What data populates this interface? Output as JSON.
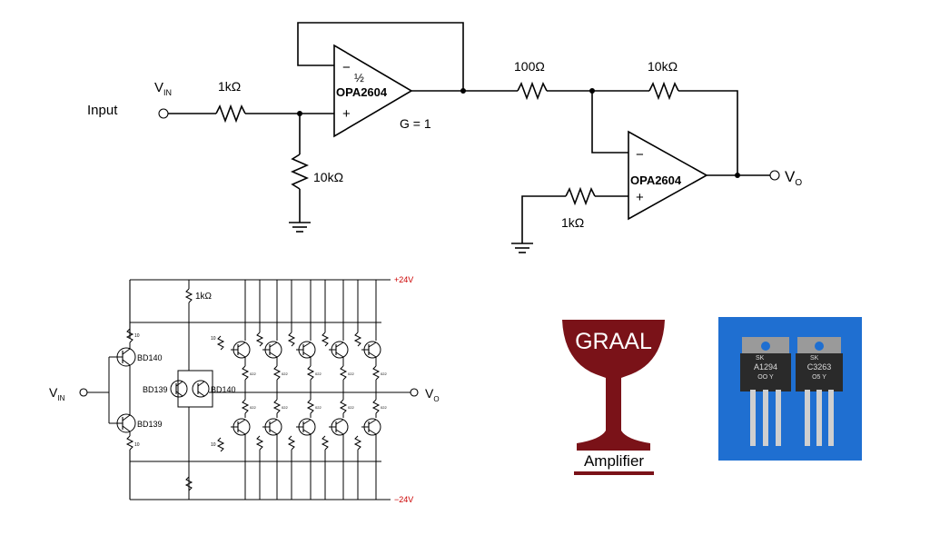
{
  "top_circuit": {
    "vin_label": "V",
    "vin_sub": "IN",
    "input_label": "Input",
    "r_in": "1kΩ",
    "r_gnd": "10kΩ",
    "opamp1_half": "½",
    "opamp1_name": "OPA2604",
    "opamp1_minus": "−",
    "opamp1_plus": "+",
    "gain": "G = 1",
    "r_series": "100Ω",
    "r_feedback": "10kΩ",
    "opamp2_name": "OPA2604",
    "opamp2_minus": "−",
    "opamp2_plus": "+",
    "r_plus": "1kΩ",
    "vo_label": "V",
    "vo_sub": "O"
  },
  "bottom_circuit": {
    "vplus": "+24V",
    "vminus": "−24V",
    "r_top": "1kΩ",
    "q1": "BD140",
    "q2": "BD139",
    "q3": "BD139",
    "q4": "BD140",
    "r10_top": "10",
    "r10_bot": "10",
    "emitter_r": "022",
    "vin_label": "V",
    "vin_sub": "IN",
    "vo_label": "V",
    "vo_sub": "O",
    "colors": {
      "supply": "#cc0000"
    }
  },
  "logo": {
    "text": "GRAAL",
    "caption": "Amplifier",
    "colors": {
      "cup": "#7a1218",
      "text": "#ffffff",
      "underline": "#7a1218"
    }
  },
  "photo": {
    "left_marking": "A1294",
    "left_code": "OO   Y",
    "right_marking": "C3263",
    "right_code": "O5   Y",
    "brand": "SK",
    "colors": {
      "background": "#1f6fd1",
      "body": "#2a2a2a",
      "metal": "#c8c8c8"
    }
  }
}
